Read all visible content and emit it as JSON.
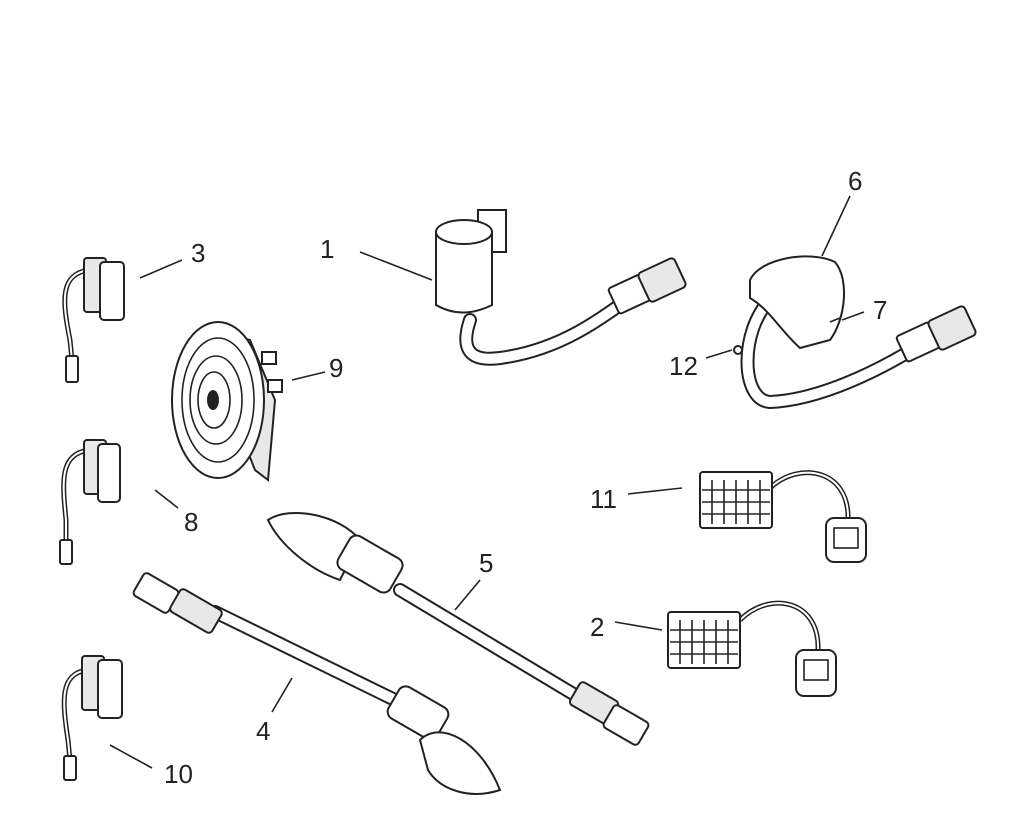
{
  "diagram": {
    "callouts": [
      {
        "id": "1",
        "text": "1"
      },
      {
        "id": "2",
        "text": "2"
      },
      {
        "id": "3",
        "text": "3"
      },
      {
        "id": "4",
        "text": "4"
      },
      {
        "id": "5",
        "text": "5"
      },
      {
        "id": "6",
        "text": "6"
      },
      {
        "id": "7",
        "text": "7"
      },
      {
        "id": "8",
        "text": "8"
      },
      {
        "id": "9",
        "text": "9"
      },
      {
        "id": "10",
        "text": "10"
      },
      {
        "id": "11",
        "text": "11"
      },
      {
        "id": "12",
        "text": "12"
      }
    ],
    "colors": {
      "line": "#222222",
      "fill": "#ffffff",
      "shade": "#e8e8e8"
    }
  }
}
